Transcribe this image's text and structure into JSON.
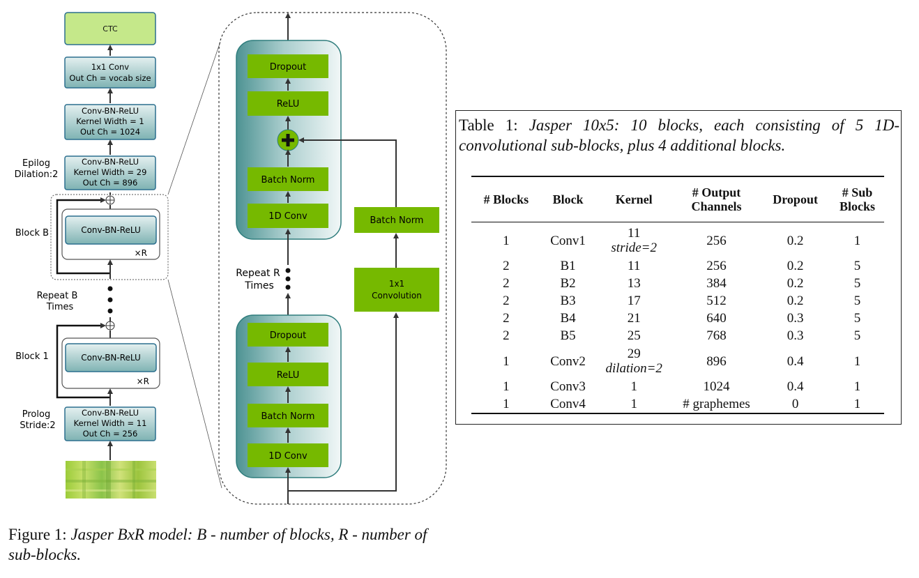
{
  "figure": {
    "left_column": {
      "ctc": "CTC",
      "conv1x1": [
        "1x1 Conv",
        "Out Ch = vocab size"
      ],
      "conv_last": [
        "Conv-BN-ReLU",
        "Kernel Width = 1",
        "Out Ch = 1024"
      ],
      "conv_epilog": [
        "Conv-BN-ReLU",
        "Kernel Width = 29",
        "Out Ch = 896"
      ],
      "epilog_label": [
        "Epilog",
        "Dilation:2"
      ],
      "block_b_label": "Block B",
      "block_b_inner": "Conv-BN-ReLU",
      "block_b_repeat": "×R",
      "repeat_b_label": [
        "Repeat B",
        "Times"
      ],
      "block_1_label": "Block 1",
      "block_1_inner": "Conv-BN-ReLU",
      "block_1_repeat": "×R",
      "prolog_label": [
        "Prolog",
        "Stride:2"
      ],
      "conv_prolog": [
        "Conv-BN-ReLU",
        "Kernel Width = 11",
        "Out Ch = 256"
      ]
    },
    "zoom": {
      "top_block": [
        "Dropout",
        "ReLU",
        "Batch Norm",
        "1D Conv"
      ],
      "bottom_block": [
        "Dropout",
        "ReLU",
        "Batch Norm",
        "1D Conv"
      ],
      "repeat_label": [
        "Repeat R",
        "Times"
      ],
      "residual_bn": "Batch Norm",
      "residual_conv": [
        "1x1",
        "Convolution"
      ]
    },
    "colors": {
      "green": "#76b900",
      "ctc_green": "#c5e88a",
      "teal_border": "#2f7d7d",
      "teal_light": "#eef6f6",
      "teal_dark": "#5e9e9e",
      "box_border": "#2b6f8e"
    }
  },
  "figure_caption": {
    "label": "Figure 1:",
    "text": "Jasper BxR model: B - number of blocks, R - number of sub-blocks."
  },
  "table_caption": {
    "label": "Table 1:",
    "text": "Jasper 10x5: 10 blocks, each consisting of 5 1D-convolutional sub-blocks, plus 4 additional blocks."
  },
  "table": {
    "headers": [
      "# Blocks",
      "Block",
      "Kernel",
      "# Output Channels",
      "Dropout",
      "# Sub Blocks"
    ],
    "rows": [
      {
        "blocks": "1",
        "block": "Conv1",
        "kernel": "11",
        "kernel_note": "stride=2",
        "channels": "256",
        "dropout": "0.2",
        "sub": "1"
      },
      {
        "blocks": "2",
        "block": "B1",
        "kernel": "11",
        "kernel_note": "",
        "channels": "256",
        "dropout": "0.2",
        "sub": "5"
      },
      {
        "blocks": "2",
        "block": "B2",
        "kernel": "13",
        "kernel_note": "",
        "channels": "384",
        "dropout": "0.2",
        "sub": "5"
      },
      {
        "blocks": "2",
        "block": "B3",
        "kernel": "17",
        "kernel_note": "",
        "channels": "512",
        "dropout": "0.2",
        "sub": "5"
      },
      {
        "blocks": "2",
        "block": "B4",
        "kernel": "21",
        "kernel_note": "",
        "channels": "640",
        "dropout": "0.3",
        "sub": "5"
      },
      {
        "blocks": "2",
        "block": "B5",
        "kernel": "25",
        "kernel_note": "",
        "channels": "768",
        "dropout": "0.3",
        "sub": "5"
      },
      {
        "blocks": "1",
        "block": "Conv2",
        "kernel": "29",
        "kernel_note": "dilation=2",
        "channels": "896",
        "dropout": "0.4",
        "sub": "1"
      },
      {
        "blocks": "1",
        "block": "Conv3",
        "kernel": "1",
        "kernel_note": "",
        "channels": "1024",
        "dropout": "0.4",
        "sub": "1"
      },
      {
        "blocks": "1",
        "block": "Conv4",
        "kernel": "1",
        "kernel_note": "",
        "channels": "# graphemes",
        "dropout": "0",
        "sub": "1"
      }
    ]
  }
}
